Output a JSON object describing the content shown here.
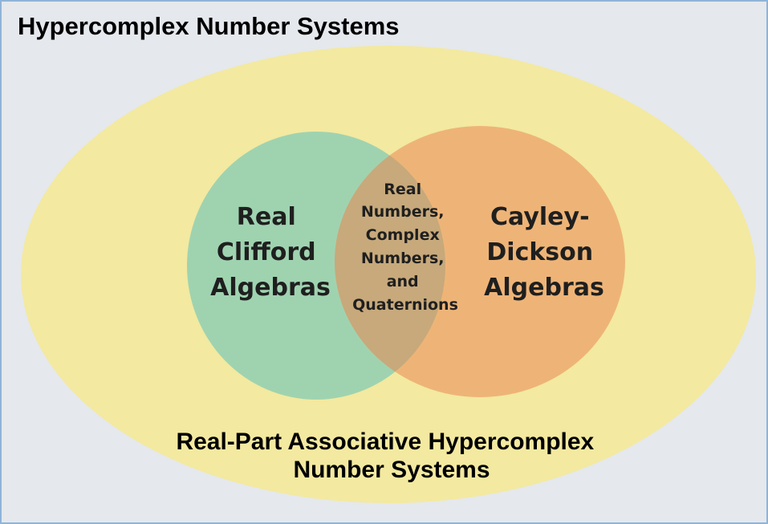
{
  "title": "Hypercomplex Number Systems",
  "outer_set": {
    "label_lines": [
      "Real-Part Associative Hypercomplex",
      "Number Systems"
    ],
    "color": "#f3e9a0"
  },
  "left_set": {
    "label_lines": [
      "Real",
      "Clifford",
      "Algebras"
    ],
    "color": "#9fd3b0"
  },
  "right_set": {
    "label_lines": [
      "Cayley-",
      "Dickson",
      "Algebras"
    ],
    "color": "#eeb477"
  },
  "intersection": {
    "label_lines": [
      "Real",
      "Numbers,",
      "Complex",
      "Numbers,",
      "and",
      "Quaternions"
    ],
    "color": "#c7a97b"
  },
  "colors": {
    "background": "#e5e8ec",
    "border": "#8fb4d9",
    "text": "#1f1f1f"
  }
}
